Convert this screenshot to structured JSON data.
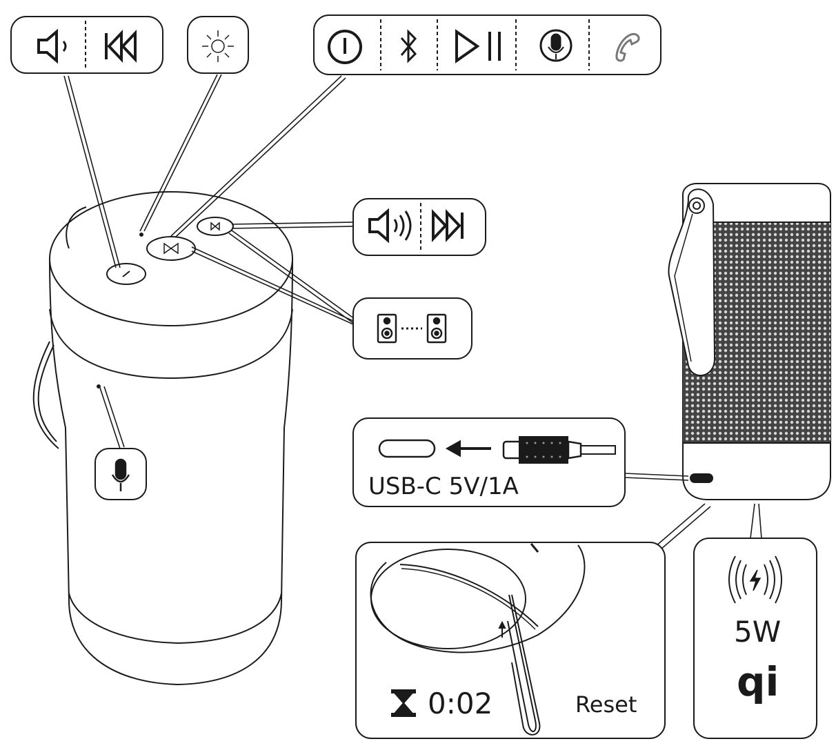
{
  "usb": {
    "label": "USB-C 5V/1A"
  },
  "wireless": {
    "power": "5W",
    "logo": "qi"
  },
  "reset": {
    "time": "0:02",
    "label": "Reset"
  },
  "icons": {
    "panel_vol_down": [
      "volume-down-icon",
      "previous-track-icon"
    ],
    "panel_light": [
      "light-icon"
    ],
    "panel_main": [
      "power-icon",
      "bluetooth-icon",
      "play-pause-icon",
      "voice-assistant-icon",
      "phone-icon"
    ],
    "panel_vol_up": [
      "volume-up-icon",
      "next-track-icon"
    ],
    "panel_stereo": [
      "stereo-pair-icon"
    ],
    "panel_mic": [
      "microphone-icon"
    ],
    "panel_wireless": [
      "wireless-charging-icon",
      "qi-logo"
    ],
    "panel_reset": [
      "hourglass-icon",
      "paperclip-icon"
    ]
  },
  "colors": {
    "stroke": "#1a1a1a",
    "grille": "#3a3a3a",
    "background": "#ffffff"
  }
}
